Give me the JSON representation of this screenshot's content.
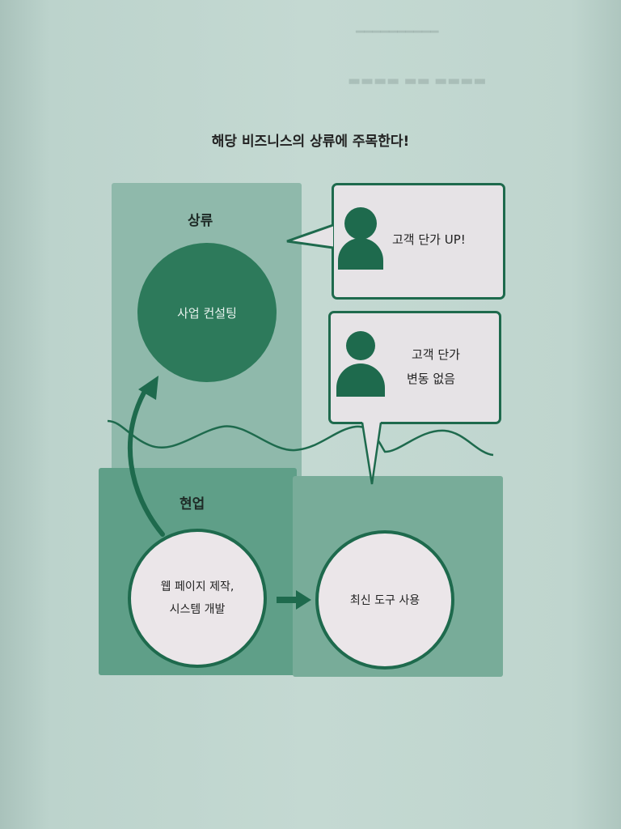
{
  "diagram": {
    "title": "해당 비즈니스의 상류에 주목한다!",
    "upstream": {
      "label": "상류",
      "circle_text": "사업 컨설팅"
    },
    "field": {
      "label": "현업",
      "left_circle_lines": [
        "웹 페이지 제작,",
        "시스템 개발"
      ],
      "right_circle_text": "최신 도구 사용"
    },
    "bubbles": [
      {
        "icon": "person-icon",
        "lines": [
          "고객 단가 UP!"
        ]
      },
      {
        "icon": "person-icon",
        "lines": [
          "고객 단가",
          "변동 없음"
        ]
      }
    ],
    "colors": {
      "dark_green": "#1e6a4d",
      "circle_green": "#2d7a5b",
      "upstream_panel": "#8fb9ab",
      "field_panel_left": "#5f9f88",
      "field_panel_right": "#78ac99",
      "bubble_fill": "#e6e3e6"
    }
  }
}
